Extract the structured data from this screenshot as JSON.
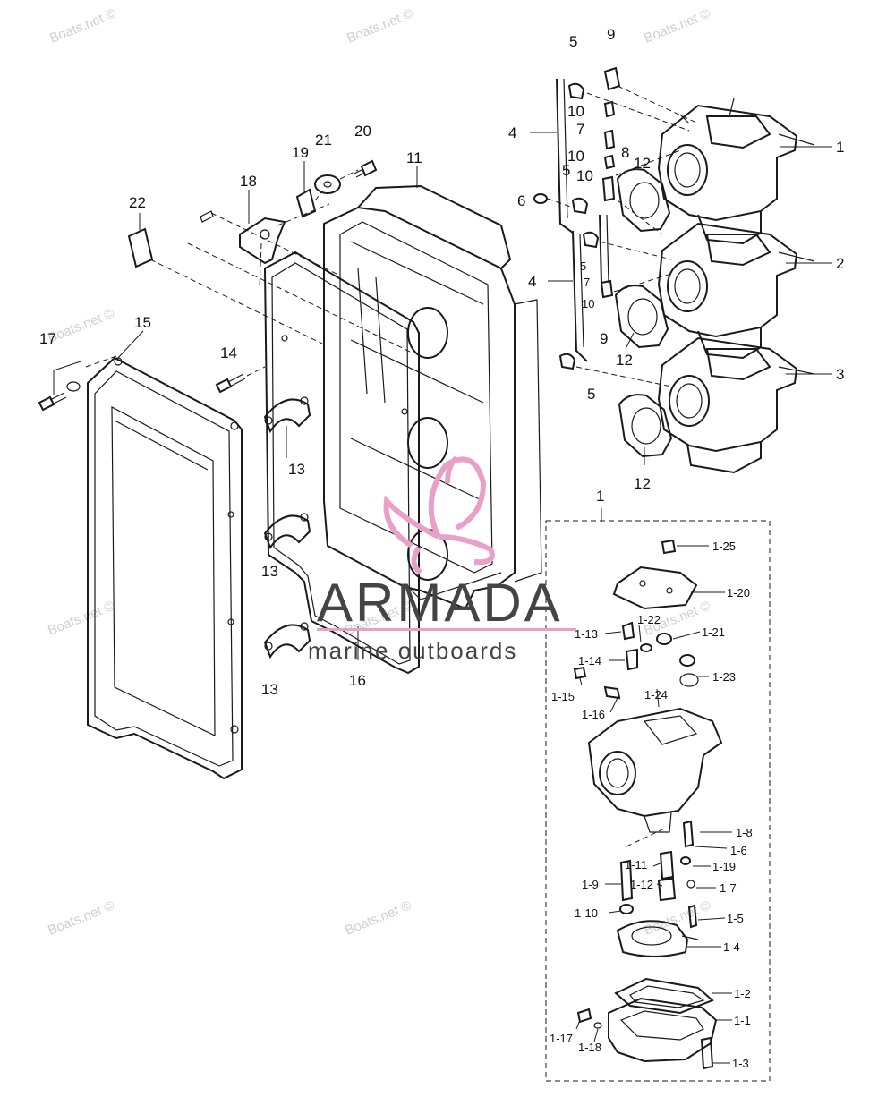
{
  "watermarks": {
    "w1": "Boats.net ©",
    "w2": "Boats.net ©",
    "w3": "Boats.net ©",
    "w4": "Boats.net ©",
    "w5": "Boats.net ©",
    "w6": "Boats.net ©",
    "w7": "Boats.net ©",
    "w8": "Boats.net ©",
    "w9": "Boats.net ©",
    "w10": "Boats.net ©"
  },
  "brand": {
    "name": "ARMADA",
    "tagline": "marine outboards",
    "color": "#e8a0c8"
  },
  "labels": {
    "p1": "1",
    "p2": "2",
    "p3": "3",
    "p4a": "4",
    "p4b": "4",
    "p5a": "5",
    "p5b": "5",
    "p5c": "5",
    "p5d": "5",
    "p6": "6",
    "p7a": "7",
    "p7b": "7",
    "p8": "8",
    "p9a": "9",
    "p9b": "9",
    "p10a": "10",
    "p10b": "10",
    "p10c": "10",
    "p10d": "10",
    "p11": "11",
    "p12a": "12",
    "p12b": "12",
    "p12c": "12",
    "p13a": "13",
    "p13b": "13",
    "p13c": "13",
    "p14": "14",
    "p15": "15",
    "p16": "16",
    "p17": "17",
    "p18": "18",
    "p19": "19",
    "p20": "20",
    "p21": "21",
    "p22": "22",
    "detail_group": "1"
  },
  "detail_labels": {
    "d1_25": "1-25",
    "d1_20": "1-20",
    "d1_13": "1-13",
    "d1_22": "1-22",
    "d1_21": "1-21",
    "d1_14": "1-14",
    "d1_23": "1-23",
    "d1_15": "1-15",
    "d1_24": "1-24",
    "d1_16": "1-16",
    "d1_8": "1-8",
    "d1_6": "1-6",
    "d1_11": "1-11",
    "d1_19": "1-19",
    "d1_9": "1-9",
    "d1_12": "1-12",
    "d1_7": "1-7",
    "d1_10": "1-10",
    "d1_5": "1-5",
    "d1_4": "1-4",
    "d1_2": "1-2",
    "d1_1": "1-1",
    "d1_17": "1-17",
    "d1_18": "1-18",
    "d1_3": "1-3"
  }
}
